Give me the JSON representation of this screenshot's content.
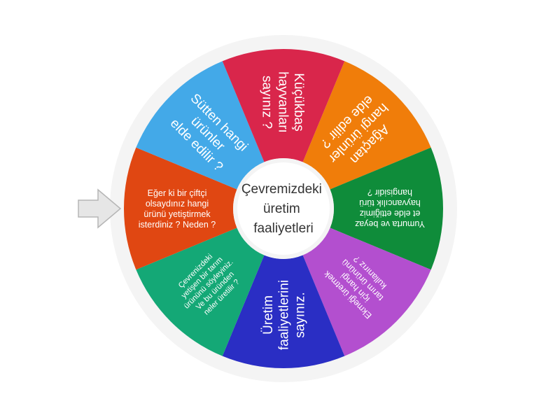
{
  "wheel": {
    "center_label": [
      "Çevremizdeki",
      "üretim",
      "faaliyetleri"
    ],
    "segments": [
      {
        "color": "#f07d0a",
        "text_color": "#ffffff",
        "lines": [
          "Ağaçtan",
          "hangi ürünler",
          "elde edilir ?"
        ]
      },
      {
        "color": "#0f8c3a",
        "text_color": "#ffffff",
        "lines": [
          "Yumurta ve beyaz",
          "et elde ettiğimiz",
          "hayvancılık türü",
          "hangisidir ?"
        ]
      },
      {
        "color": "#b34fcf",
        "text_color": "#ffffff",
        "lines": [
          "Ekmeği üretmek",
          "için hangi",
          "tarım ürününü",
          "kullanırız ?"
        ]
      },
      {
        "color": "#2a2ec4",
        "text_color": "#ffffff",
        "lines": [
          "Üretim",
          "faaliyetlerini",
          "sayınız."
        ]
      },
      {
        "color": "#14a876",
        "text_color": "#ffffff",
        "lines": [
          "Çevrenizdeki",
          "yetişen bir tarım",
          "ürününü söyleyiniz.",
          "Ve bu üründen",
          "neler üretilir ?"
        ]
      },
      {
        "color": "#e04712",
        "text_color": "#ffffff",
        "lines": [
          "Eğer ki bir çiftçi",
          "olsaydınız hangi",
          "ürünü yetiştirmek",
          "isterdiniz ? Neden ?"
        ]
      },
      {
        "color": "#43a9e8",
        "text_color": "#ffffff",
        "lines": [
          "Sütten hangi",
          "ürünler",
          "elde edilir ?"
        ]
      },
      {
        "color": "#d9264b",
        "text_color": "#ffffff",
        "lines": [
          "Küçükbaş",
          "hayvanları",
          "sayınız ?"
        ]
      }
    ]
  },
  "colors": {
    "rim": "#f4f4f4",
    "center_fill": "#ffffff",
    "center_text": "#333333",
    "arrow_fill": "#e6e6e6",
    "arrow_stroke": "#b5b5b5"
  },
  "icons": {
    "pointer": "right-arrow-icon"
  }
}
